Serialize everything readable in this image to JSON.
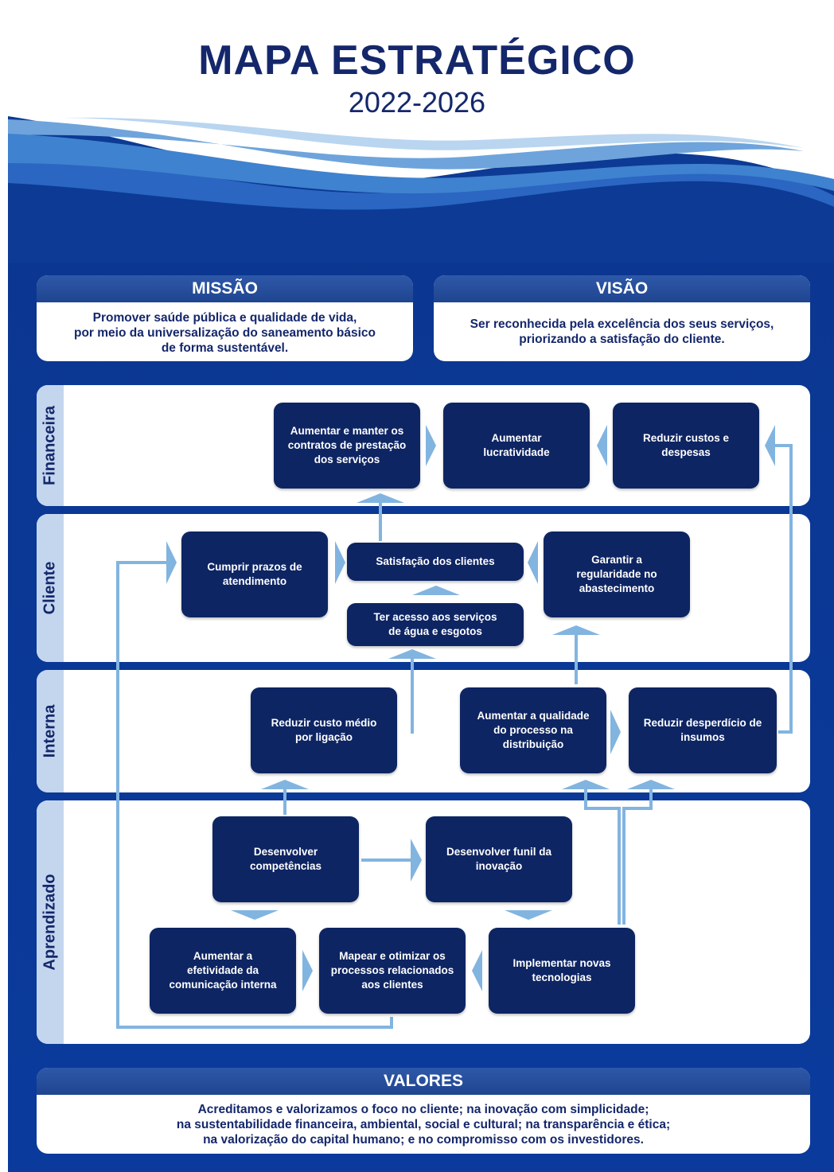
{
  "header": {
    "title": "MAPA ESTRATÉGICO",
    "period": "2022-2026"
  },
  "missao": {
    "heading": "MISSÃO",
    "lines": [
      "Promover saúde pública e qualidade de vida,",
      "por meio da universalização do saneamento básico",
      "de forma sustentável."
    ]
  },
  "visao": {
    "heading": "VISÃO",
    "lines": [
      "Ser reconhecida pela excelência dos seus serviços,",
      "priorizando a satisfação do cliente."
    ]
  },
  "perspectives": {
    "financeira": "Financeira",
    "cliente": "Cliente",
    "interna": "Interna",
    "aprendizado": "Aprendizado"
  },
  "objectives": {
    "contratos": [
      "Aumentar e manter os",
      "contratos de prestação",
      "dos serviços"
    ],
    "lucratividade": [
      "Aumentar",
      "lucratividade"
    ],
    "custos": [
      "Reduzir custos e",
      "despesas"
    ],
    "prazos": [
      "Cumprir prazos de",
      "atendimento"
    ],
    "satisfacao": [
      "Satisfação dos clientes"
    ],
    "acesso": [
      "Ter acesso aos serviços",
      "de água e esgotos"
    ],
    "regularidade": [
      "Garantir a",
      "regularidade no",
      "abastecimento"
    ],
    "custo_ligacao": [
      "Reduzir custo médio",
      "por ligação"
    ],
    "qualidade_distribuicao": [
      "Aumentar a qualidade",
      "do processo na",
      "distribuição"
    ],
    "desperdicio": [
      "Reduzir desperdício de",
      "insumos"
    ],
    "competencias": [
      "Desenvolver",
      "competências"
    ],
    "funil": [
      "Desenvolver funil da",
      "inovação"
    ],
    "comunicacao": [
      "Aumentar a",
      "efetividade da",
      "comunicação interna"
    ],
    "processos": [
      "Mapear e otimizar os",
      "processos relacionados",
      "aos clientes"
    ],
    "tecnologias": [
      "Implementar novas",
      "tecnologias"
    ]
  },
  "valores": {
    "heading": "VALORES",
    "lines": [
      "Acreditamos e valorizamos o foco no cliente; na inovação com simplicidade;",
      "na sustentabilidade financeira, ambiental, social e cultural; na transparência e ética;",
      "na valorização do capital humano; e no compromisso com os investidores."
    ]
  },
  "colors": {
    "background_blue": "#0c3a94",
    "node": "#0e2563",
    "panel_header": "#2a52a2",
    "connector": "#82b4e0",
    "text_dark": "#14276b",
    "tab": "#c3d6ee"
  }
}
